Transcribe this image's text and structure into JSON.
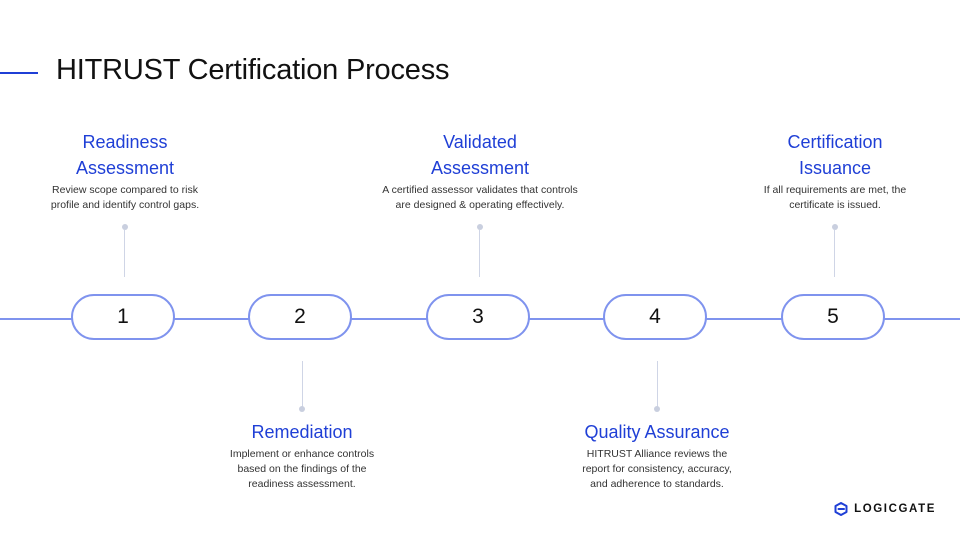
{
  "page": {
    "title": "HITRUST Certification Process"
  },
  "colors": {
    "accent": "#1f3fd6",
    "timeline": "#7f93ee",
    "text": "#111111"
  },
  "steps": [
    {
      "number": "1",
      "title_line1": "Readiness",
      "title_line2": "Assessment",
      "desc_line1": "Review scope compared to risk",
      "desc_line2": "profile and identify control gaps.",
      "desc_line3": ""
    },
    {
      "number": "2",
      "title_line1": "Remediation",
      "title_line2": "",
      "desc_line1": "Implement or enhance controls",
      "desc_line2": "based on the findings of the",
      "desc_line3": "readiness assessment."
    },
    {
      "number": "3",
      "title_line1": "Validated",
      "title_line2": "Assessment",
      "desc_line1": "A certified assessor validates that controls",
      "desc_line2": "are designed & operating effectively.",
      "desc_line3": ""
    },
    {
      "number": "4",
      "title_line1": "Quality Assurance",
      "title_line2": "",
      "desc_line1": "HITRUST Alliance reviews the",
      "desc_line2": "report for consistency, accuracy,",
      "desc_line3": "and adherence to standards."
    },
    {
      "number": "5",
      "title_line1": "Certification",
      "title_line2": "Issuance",
      "desc_line1": "If all requirements are met, the",
      "desc_line2": "certificate is issued.",
      "desc_line3": ""
    }
  ],
  "logo": {
    "icon": "logicgate-mark-icon",
    "text": "LOGICGATE"
  }
}
